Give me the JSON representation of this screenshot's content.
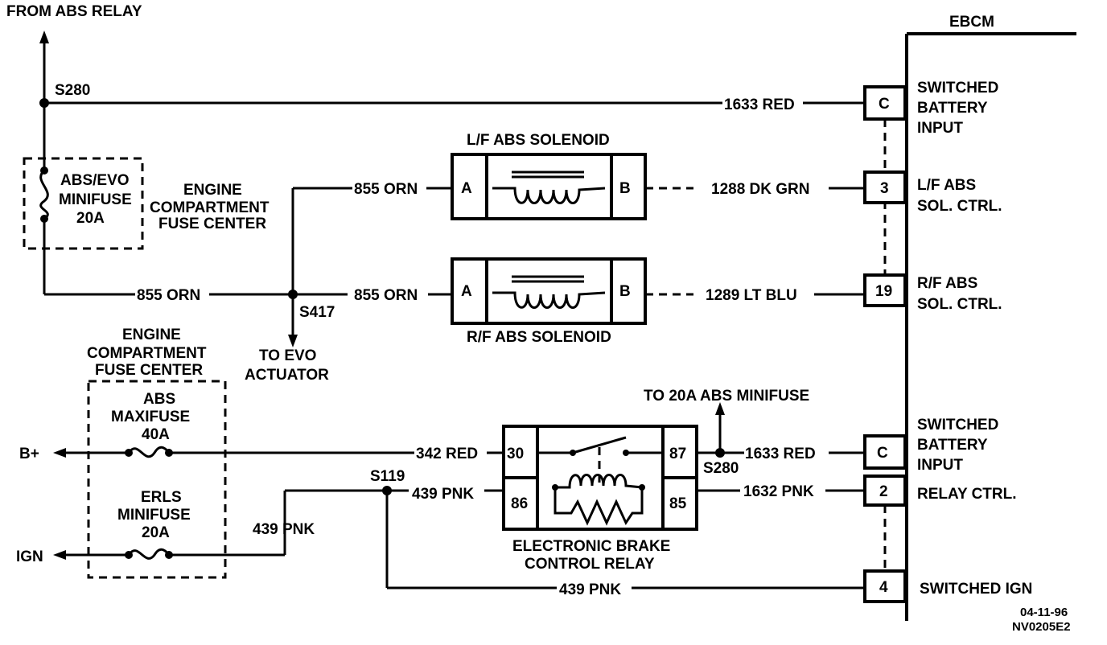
{
  "labels": {
    "from_abs_relay": "FROM ABS RELAY",
    "ebcm": "EBCM",
    "s280_top": "S280",
    "s280_relay": "S280",
    "s417": "S417",
    "s119": "S119",
    "abs_evo_fuse": [
      "ABS/EVO",
      "MINIFUSE",
      "20A"
    ],
    "engine_fuse_center_top": [
      "ENGINE",
      "COMPARTMENT",
      "FUSE CENTER"
    ],
    "engine_fuse_center_bottom": [
      "ENGINE",
      "COMPARTMENT",
      "FUSE CENTER"
    ],
    "to_evo": [
      "TO EVO",
      "ACTUATOR"
    ],
    "abs_maxifuse": [
      "ABS",
      "MAXIFUSE",
      "40A"
    ],
    "erls_minifuse": [
      "ERLS",
      "MINIFUSE",
      "20A"
    ],
    "b_plus": "B+",
    "ign": "IGN",
    "to_20a": "TO 20A ABS MINIFUSE",
    "relay_name": [
      "ELECTRONIC BRAKE",
      "CONTROL RELAY"
    ],
    "lf_solenoid": "L/F ABS SOLENOID",
    "rf_solenoid": "R/F ABS  SOLENOID",
    "diagram_code": [
      "04-11-96",
      "NV0205E2"
    ]
  },
  "wires": {
    "w1633_top": "1633 RED",
    "w855_lf": "855 ORN",
    "w855_rf": "855 ORN",
    "w855_left": "855 ORN",
    "w1288": "1288 DK GRN",
    "w1289": "1289 LT BLU",
    "w342": "342 RED",
    "w1633_bottom": "1633 RED",
    "w439_relay": "439 PNK",
    "w1632": "1632 PNK",
    "w439_fuse": "439 PNK",
    "w439_bottom": "439 PNK"
  },
  "pins": {
    "sol_a": "A",
    "sol_b": "B",
    "relay_30": "30",
    "relay_86": "86",
    "relay_87": "87",
    "relay_85": "85"
  },
  "ebcm_connectors": [
    {
      "pin": "C",
      "label": [
        "SWITCHED",
        "BATTERY",
        "INPUT"
      ]
    },
    {
      "pin": "3",
      "label": [
        "L/F ABS",
        "SOL. CTRL."
      ]
    },
    {
      "pin": "19",
      "label": [
        "R/F ABS",
        "SOL. CTRL."
      ]
    },
    {
      "pin": "C",
      "label": [
        "SWITCHED",
        "BATTERY",
        "INPUT"
      ]
    },
    {
      "pin": "2",
      "label": [
        "RELAY CTRL."
      ]
    },
    {
      "pin": "4",
      "label": [
        "SWITCHED IGN"
      ]
    }
  ]
}
